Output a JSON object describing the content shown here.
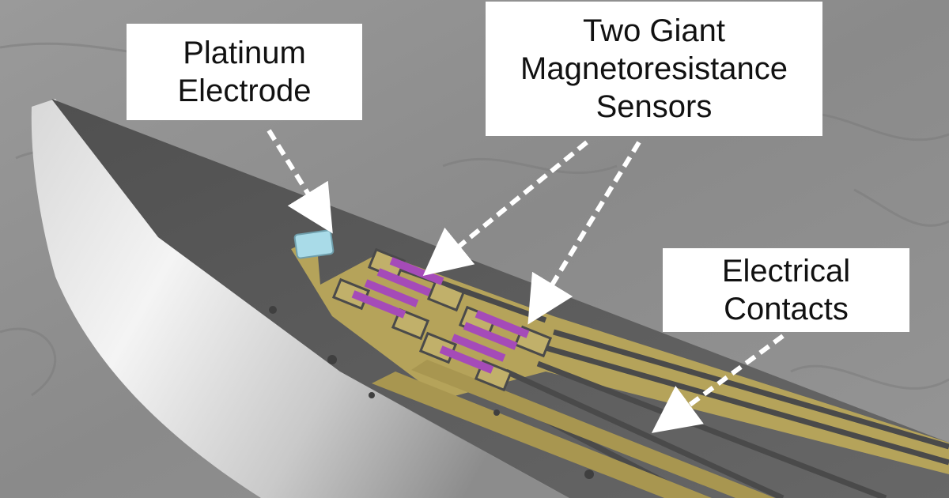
{
  "callouts": {
    "platinum": {
      "lines": [
        "Platinum",
        "Electrode"
      ]
    },
    "gmr": {
      "lines": [
        "Two Giant",
        "Magnetoresistance",
        "Sensors"
      ]
    },
    "contacts": {
      "lines": [
        "Electrical",
        "Contacts"
      ]
    }
  },
  "colors": {
    "background_gray": "#8f8f8f",
    "probe_gray": "#5e5e5e",
    "probe_edge_light": "#e6e6e6",
    "gold_traces": "#b5a35a",
    "sensor_magenta": "#a54bb8",
    "electrode_cyan": "#a9dbe8",
    "arrow_white": "#ffffff"
  },
  "icons": {
    "arrow_style": "dashed-white-arrow"
  }
}
